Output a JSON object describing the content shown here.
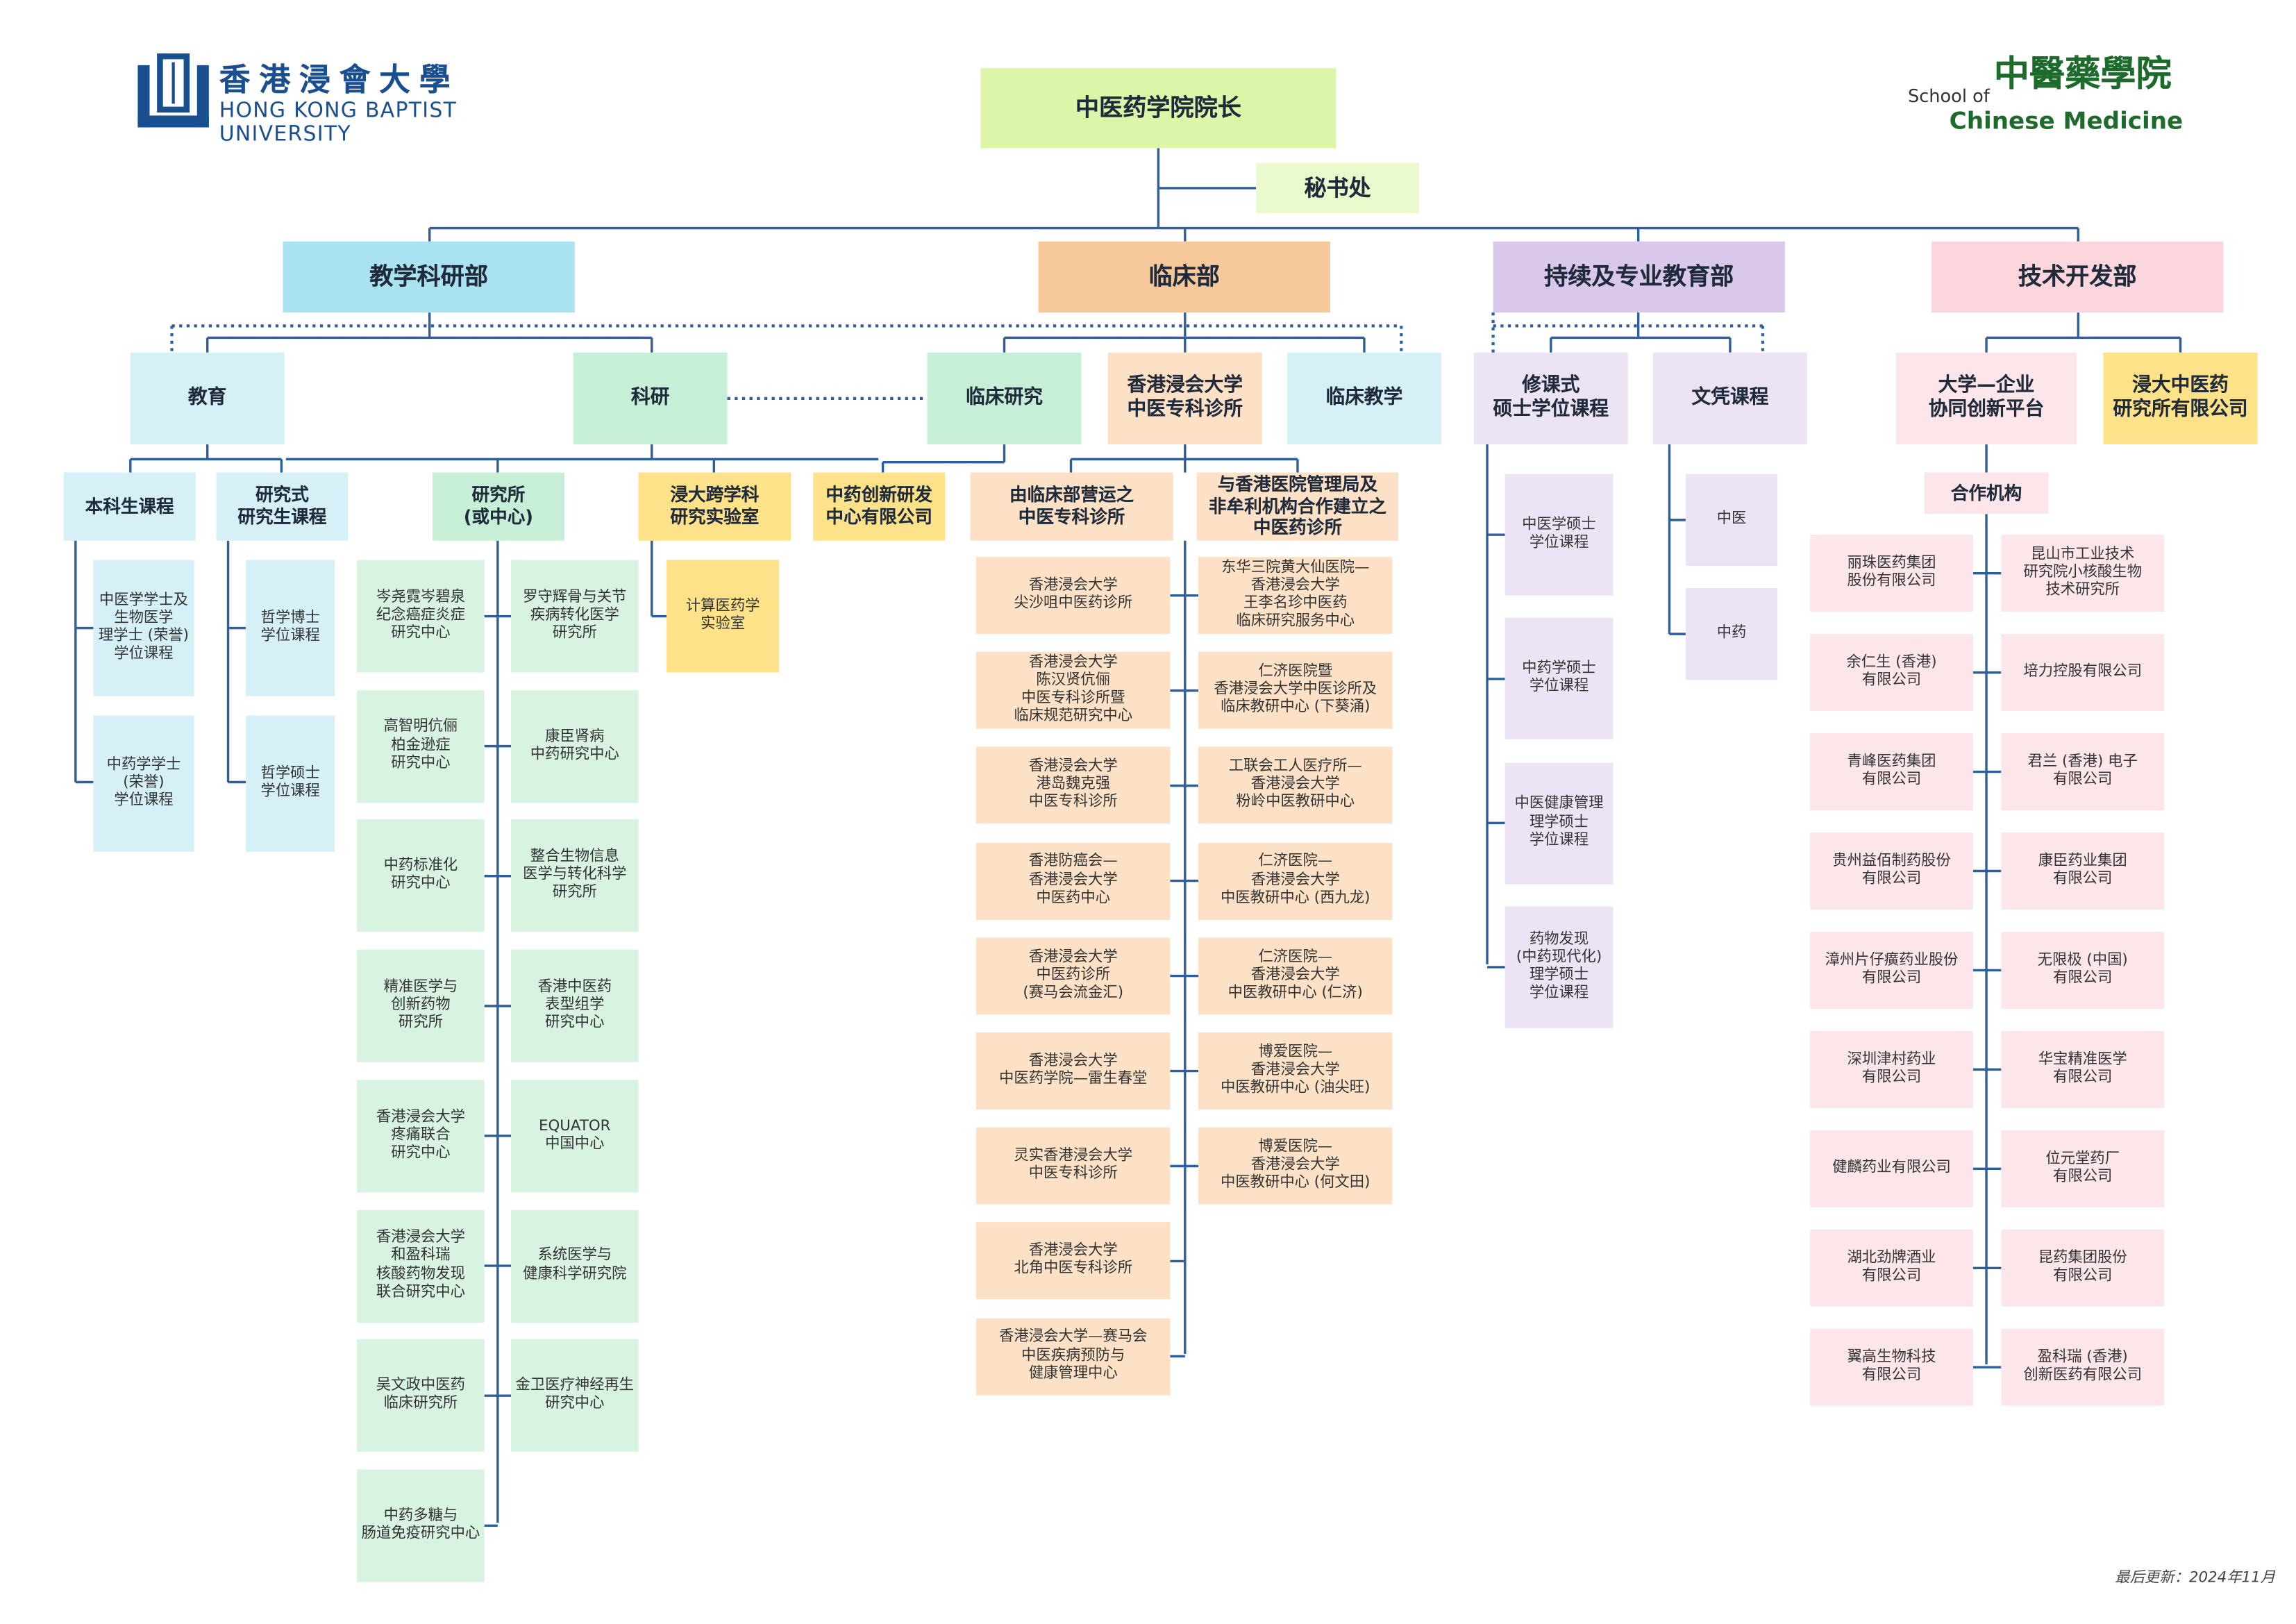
{
  "logos": {
    "hkbu_zh": "香港浸會大學",
    "hkbu_en": "HONG KONG BAPTIST UNIVERSITY",
    "scm_of": "School of",
    "scm_zh": "中醫藥學院",
    "scm_en": "Chinese Medicine"
  },
  "footer": {
    "last_updated": "最后更新：2024年11月"
  },
  "colors": {
    "line": "#2f5f9a",
    "teaching": "#a9e3f1",
    "clinical": "#f7c99a",
    "continuing": "#d9c8ec",
    "tech": "#fbd6dd",
    "dean": "#dcf5a8"
  },
  "org": {
    "dean": "中医药学院院长",
    "secretariat": "秘书处",
    "departments": {
      "teaching": "教学科研部",
      "clinical": "临床部",
      "continuing": "持续及专业教育部",
      "tech": "技术开发部"
    },
    "units": {
      "education": "教育",
      "research": "科研",
      "clinical_research": "临床研究",
      "hkbu_clinics": "香港浸会大学\n中医专科诊所",
      "clinical_teaching": "临床教学",
      "taught_masters": "修课式\n硕士学位课程",
      "certificate_courses": "文凭课程",
      "uni_enterprise": "大学—企业\n协同创新平台",
      "hkbu_cm_institute": "浸大中医药\n研究所有限公司"
    },
    "sub": {
      "undergrad": "本科生课程",
      "postgrad_research": "研究式\n研究生课程",
      "institutes": "研究所\n(或中心)",
      "cross_lab": "浸大跨学科\n研究实验室",
      "innovation_center": "中药创新研发\n中心有限公司",
      "own_clinics": "由临床部营运之\n中医专科诊所",
      "ha_clinics": "与香港医院管理局及\n非牟利机构合作建立之\n中医药诊所",
      "partners": "合作机构"
    },
    "undergrad_items": [
      "中医学学士及\n生物医学\n理学士 (荣誉)\n学位课程",
      "中药学学士\n(荣誉)\n学位课程"
    ],
    "postgrad_items": [
      "哲学博士\n学位课程",
      "哲学硕士\n学位课程"
    ],
    "institutes_left": [
      "岑尧霓岑碧泉\n纪念癌症炎症\n研究中心",
      "高智明伉俪\n柏金逊症\n研究中心",
      "中药标准化\n研究中心",
      "精准医学与\n创新药物\n研究所",
      "香港浸会大学\n疼痛联合\n研究中心",
      "香港浸会大学\n和盈科瑞\n核酸药物发现\n联合研究中心",
      "吴文政中医药\n临床研究所",
      "中药多糖与\n肠道免疫研究中心"
    ],
    "institutes_right": [
      "罗守辉骨与关节\n疾病转化医学\n研究所",
      "康臣肾病\n中药研究中心",
      "整合生物信息\n医学与转化科学\n研究所",
      "香港中医药\n表型组学\n研究中心",
      "EQUATOR\n中国中心",
      "系统医学与\n健康科学研究院",
      "金卫医疗神经再生\n研究中心"
    ],
    "lab_items": [
      "计算医药学\n实验室"
    ],
    "own_clinic_items": [
      "香港浸会大学\n尖沙咀中医药诊所",
      "香港浸会大学\n陈汉贤伉俪\n中医专科诊所暨\n临床规范研究中心",
      "香港浸会大学\n港岛魏克强\n中医专科诊所",
      "香港防癌会—\n香港浸会大学\n中医药中心",
      "香港浸会大学\n中医药诊所\n(赛马会流金汇)",
      "香港浸会大学\n中医药学院—雷生春堂",
      "灵实香港浸会大学\n中医专科诊所",
      "香港浸会大学\n北角中医专科诊所",
      "香港浸会大学—赛马会\n中医疾病预防与\n健康管理中心"
    ],
    "ha_clinic_items": [
      "东华三院黄大仙医院—\n香港浸会大学\n王李名珍中医药\n临床研究服务中心",
      "仁济医院暨\n香港浸会大学中医诊所及\n临床教研中心 (下葵涌)",
      "工联会工人医疗所—\n香港浸会大学\n粉岭中医教研中心",
      "仁济医院—\n香港浸会大学\n中医教研中心 (西九龙)",
      "仁济医院—\n香港浸会大学\n中医教研中心 (仁济)",
      "博爱医院—\n香港浸会大学\n中医教研中心 (油尖旺)",
      "博爱医院—\n香港浸会大学\n中医教研中心 (何文田)"
    ],
    "masters_items": [
      "中医学硕士\n学位课程",
      "中药学硕士\n学位课程",
      "中医健康管理\n理学硕士\n学位课程",
      "药物发现\n(中药现代化)\n理学硕士\n学位课程"
    ],
    "cert_items": [
      "中医",
      "中药"
    ],
    "partners_left": [
      "丽珠医药集团\n股份有限公司",
      "余仁生 (香港)\n有限公司",
      "青峰医药集团\n有限公司",
      "贵州益佰制药股份\n有限公司",
      "漳州片仔癀药业股份\n有限公司",
      "深圳津村药业\n有限公司",
      "健麟药业有限公司",
      "湖北劲牌酒业\n有限公司",
      "翼高生物科技\n有限公司"
    ],
    "partners_right": [
      "昆山市工业技术\n研究院小核酸生物\n技术研究所",
      "培力控股有限公司",
      "君兰 (香港) 电子\n有限公司",
      "康臣药业集团\n有限公司",
      "无限极 (中国)\n有限公司",
      "华宝精准医学\n有限公司",
      "位元堂药厂\n有限公司",
      "昆药集团股份\n有限公司",
      "盈科瑞 (香港)\n创新医药有限公司"
    ]
  }
}
